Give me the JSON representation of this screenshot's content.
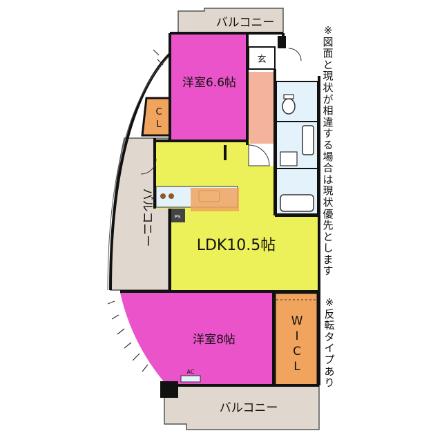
{
  "colors": {
    "bedroom": "#ea53c9",
    "ldk": "#ecf15a",
    "wic": "#f0a45e",
    "closet": "#f0a45e",
    "hall": "#f3b49b",
    "wet": "#e4f2fb",
    "balcony": "#e0d8cf",
    "wall": "#111111"
  },
  "rooms": {
    "bedroom_north": "洋室6.6帖",
    "bedroom_south": "洋室8帖",
    "ldk": "LDK10.5帖",
    "closet": "CL",
    "wic": "W I C L",
    "entrance": "玄",
    "ps": "PS",
    "ac": "AC"
  },
  "balconies": {
    "top": "バルコニー",
    "left": "バルコニー",
    "bottom": "バルコニー"
  },
  "notes": {
    "disclaimer": "※図面と現状が相違する場合は現状優先とします",
    "reverse": "※反転タイプあり"
  }
}
